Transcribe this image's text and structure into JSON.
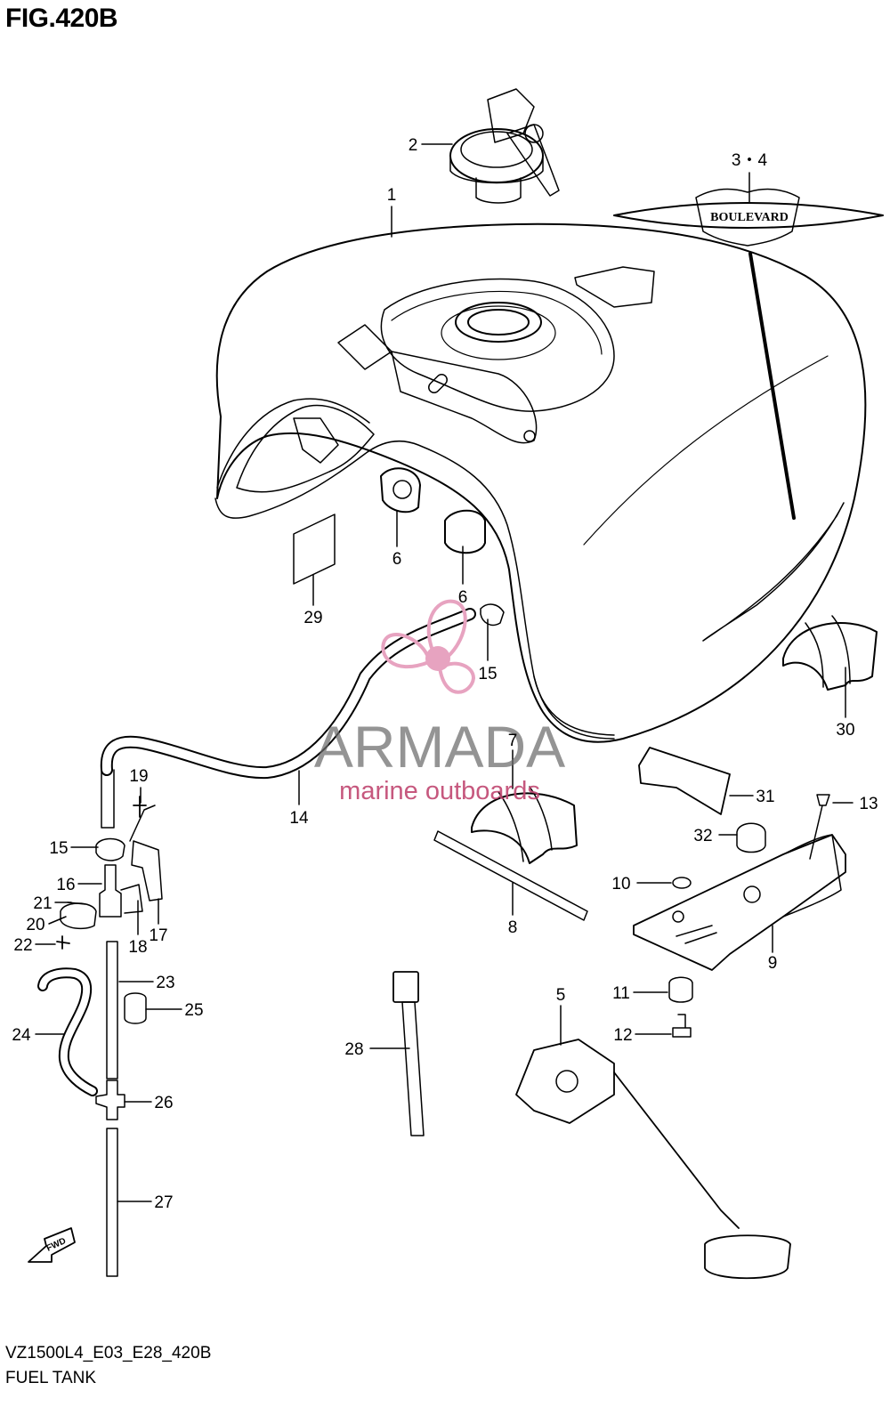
{
  "figure": {
    "title": "FIG.420B",
    "code": "VZ1500L4_E03_E28_420B",
    "name": "FUEL TANK"
  },
  "emblem": {
    "text": "BOULEVARD"
  },
  "fwd_arrow": {
    "text": "FWD"
  },
  "watermark": {
    "brand": "ARMADA",
    "tagline": "marine outboards",
    "accent_color": "#e7a3c0"
  },
  "parts": [
    {
      "id": "p1",
      "label": "1"
    },
    {
      "id": "p2",
      "label": "2"
    },
    {
      "id": "p34",
      "label": "3・4"
    },
    {
      "id": "p5",
      "label": "5"
    },
    {
      "id": "p6a",
      "label": "6"
    },
    {
      "id": "p6b",
      "label": "6"
    },
    {
      "id": "p7",
      "label": "7"
    },
    {
      "id": "p8",
      "label": "8"
    },
    {
      "id": "p9",
      "label": "9"
    },
    {
      "id": "p10",
      "label": "10"
    },
    {
      "id": "p11",
      "label": "11"
    },
    {
      "id": "p12",
      "label": "12"
    },
    {
      "id": "p13",
      "label": "13"
    },
    {
      "id": "p14",
      "label": "14"
    },
    {
      "id": "p15a",
      "label": "15"
    },
    {
      "id": "p15b",
      "label": "15"
    },
    {
      "id": "p16",
      "label": "16"
    },
    {
      "id": "p17",
      "label": "17"
    },
    {
      "id": "p18",
      "label": "18"
    },
    {
      "id": "p19",
      "label": "19"
    },
    {
      "id": "p20",
      "label": "20"
    },
    {
      "id": "p21",
      "label": "21"
    },
    {
      "id": "p22",
      "label": "22"
    },
    {
      "id": "p23",
      "label": "23"
    },
    {
      "id": "p24",
      "label": "24"
    },
    {
      "id": "p25",
      "label": "25"
    },
    {
      "id": "p26",
      "label": "26"
    },
    {
      "id": "p27",
      "label": "27"
    },
    {
      "id": "p28",
      "label": "28"
    },
    {
      "id": "p29",
      "label": "29"
    },
    {
      "id": "p30",
      "label": "30"
    },
    {
      "id": "p31",
      "label": "31"
    },
    {
      "id": "p32",
      "label": "32"
    }
  ]
}
